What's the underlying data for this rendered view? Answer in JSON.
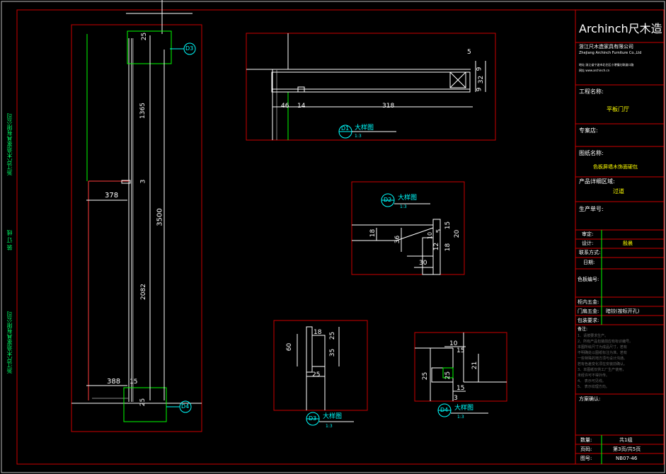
{
  "title_block": {
    "brand_latin": "Archinch",
    "brand_cn": "尺木造",
    "company_cn": "浙江尺木造家具有限公司",
    "company_en": "Zhejiang Archinch Furniture Co.,Ltd",
    "address_line": "地址:浙江省宁波市北仑区小港镇红联渡口路",
    "website_line": "网址:www.archinch.cn",
    "project_label": "工程名称:",
    "project_value": "平板门厅",
    "owner_label": "专案店:",
    "drawing_label": "图纸名称:",
    "drawing_value": "色板屏墙木饰面硬包",
    "product_label": "产品详细区域:",
    "product_value": "过道",
    "code_label": "生产单号:",
    "review_label": "审定:",
    "design_label": "设计:",
    "design_value": "殷晨",
    "contact_label": "联系方式:",
    "date_label": "日期:",
    "color_label": "色板编号:",
    "hardware_label": "柜内五金:",
    "door_label": "门扇五金:",
    "door_value": "暗铰(按标开孔)",
    "packing_label": "包装要求:",
    "notes_label": "备注:",
    "notes_lines": [
      "1、请按要求生产。",
      "2、所有产品包装前应有标识编号。",
      "   本图所绘尺寸为成品尺寸，若有",
      "   不明确处以图纸标注为准。若有",
      "   一些特殊的地方须与设计沟通。",
      "   若有色差变化须在安装前确认。",
      "3、本图纸仅供工厂生产使用，",
      "   未经许可不得外传。",
      "4、         表示可见线。",
      "5、         表示纹理方向。"
    ],
    "approval_label": "方案确认:",
    "qty_label": "数量:",
    "qty_value": "共1组",
    "page_label": "页码:",
    "page_value": "第3页/共5页",
    "figno_label": "图号:",
    "figno_value": "NB07-46"
  },
  "sidebar": {
    "company_top": "浙江尺木造家具有限公司",
    "binding": "装  订  线",
    "company_bottom": "浙江尺木造家具有限公司"
  },
  "elevation": {
    "dims": [
      "25",
      "1365",
      "3",
      "378",
      "3500",
      "2082",
      "388",
      "15",
      "25"
    ],
    "callouts": [
      "D3",
      "D4"
    ]
  },
  "d1": {
    "tag": "D1",
    "title": "大样图",
    "scale": "1:3",
    "dims": [
      "5",
      "9",
      "32",
      "9",
      "46",
      "14",
      "318"
    ]
  },
  "d2": {
    "tag": "D2",
    "title": "大样图",
    "scale": "1:3",
    "dims": [
      "18",
      "36",
      "10",
      "5",
      "15",
      "20",
      "12",
      "18",
      "30"
    ]
  },
  "d3": {
    "tag": "D3",
    "title": "大样图",
    "scale": "1:3",
    "dims": [
      "18",
      "25",
      "60",
      "35",
      "25"
    ]
  },
  "d4": {
    "tag": "D4",
    "title": "大样图",
    "scale": "1:3",
    "dims": [
      "10",
      "15",
      "21",
      "25",
      "25",
      "15",
      "3"
    ]
  },
  "colors": {
    "frame": "#cc0000",
    "dim": "#ffffff",
    "ext": "#ff3b3b",
    "green": "#00ff00",
    "cyan": "#00ffff",
    "yellow": "#ffff00"
  }
}
